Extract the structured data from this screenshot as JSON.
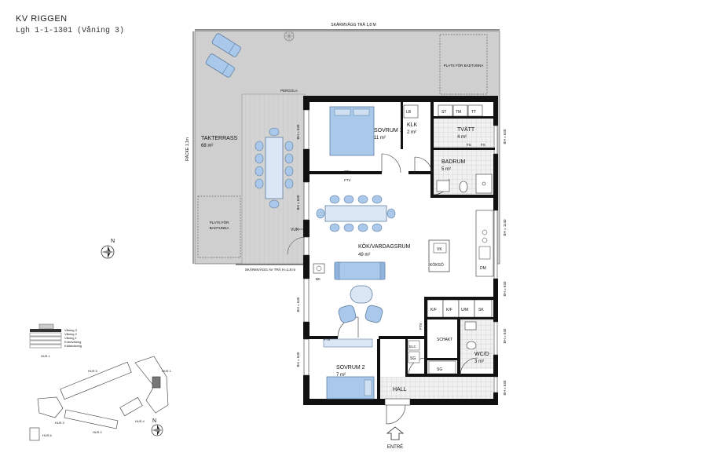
{
  "header": {
    "title": "KV RIGGEN",
    "subtitle": "Lgh 1-1-1301 (Våning 3)"
  },
  "terrace": {
    "wall_top": "SKÄRMVÄGG TRÄ 1,8 M",
    "wall_bottom": "SKÄRMVÄGG AV TRÄ H=1,8 m",
    "railing": "RÄCKE 1,1m",
    "pergola": "PERGOLA",
    "name": "TAKTERRASS",
    "area": "68 m²",
    "hot_tub_top": "PLATS FÖR BADTUNNA",
    "hot_tub_left_1": "PLATS FÖR",
    "hot_tub_left_2": "BADTUNNA",
    "vuk": "VUK"
  },
  "rooms": {
    "bedroom1": {
      "name": "SOVRUM 1",
      "area": "11 m²"
    },
    "closet": {
      "name": "KLK",
      "area": "2 m²",
      "lb": "LB"
    },
    "laundry": {
      "name": "TVÄTT",
      "area": "4 m²",
      "st": "ST",
      "tm": "TM",
      "tt": "TT",
      "fs1": "FS",
      "fs2": "FS"
    },
    "bathroom": {
      "name": "BADRUM",
      "area": "5 m²"
    },
    "kitchen": {
      "name": "KÖK/VARDAGSRUM",
      "area": "49 m²",
      "island": "KÖKSÖ",
      "vk": "VK",
      "dm": "DM",
      "bk": "BK"
    },
    "bedroom2": {
      "name": "SOVRUM 2",
      "area": "7 m²"
    },
    "hall": {
      "name": "HALL"
    },
    "shaft": {
      "name": "SCHAKT"
    },
    "wc": {
      "name": "WC/D",
      "area": "3 m²"
    },
    "cabinets": [
      "K/F",
      "K/F",
      "U/M",
      "SK"
    ],
    "elc": "ELC",
    "sg1": "SG",
    "sg2": "SG"
  },
  "labels": {
    "ftv1": "FTV",
    "ftv2": "FTV",
    "ftv3": "FTV",
    "ftv4": "FTV",
    "bh1": "BH = 640",
    "bh2": "BH = 640",
    "bh3": "BH = 640",
    "bh4": "BH = 640",
    "bh5": "BH = 640",
    "bh6": "BH = 1140",
    "bh7": "BH = 640",
    "bh8": "BH = 640",
    "bh9": "BH = 640",
    "entrance": "ENTRÉ",
    "north1": "N",
    "north2": "N"
  },
  "key_plan": {
    "floors": [
      "Våning 3",
      "Våning 2",
      "Våning 1",
      "Entréväning",
      "Källarväning"
    ],
    "hus1_top": "HUS 1",
    "hus5": "HUS 5",
    "hus1": "HUS 1",
    "hus4": "HUS 4",
    "hus3": "HUS 3",
    "hus2": "HUS 2",
    "hus6": "HUS 6"
  },
  "colors": {
    "wall": "#111111",
    "terrace": "#cfcfcf",
    "furniture": "#a9c8ea",
    "furniture_stroke": "#5f7fa3",
    "tile": "#e9e9e9"
  }
}
